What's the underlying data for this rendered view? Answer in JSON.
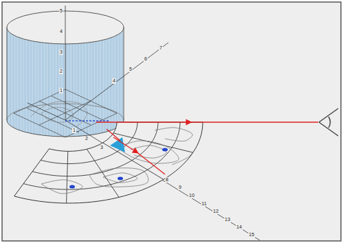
{
  "diagram": {
    "labels": [
      "1",
      "2",
      "3",
      "4",
      "5",
      "4",
      "5",
      "6",
      "7",
      "1",
      "2",
      "3",
      "8",
      "9",
      "10",
      "11",
      "12",
      "13",
      "14",
      "15"
    ]
  }
}
